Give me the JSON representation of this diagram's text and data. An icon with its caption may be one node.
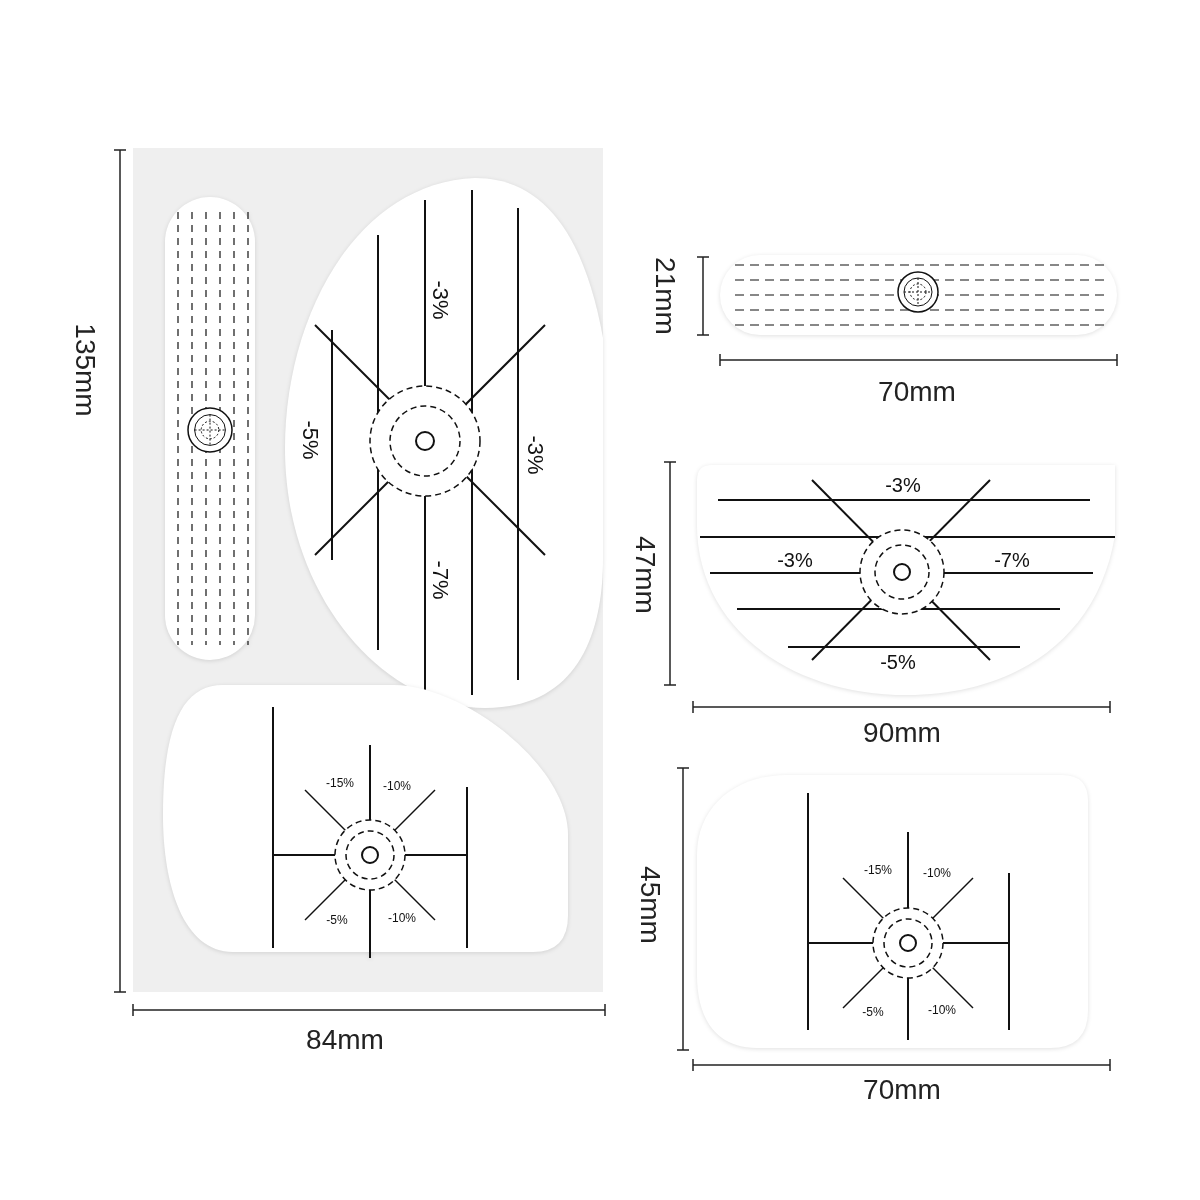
{
  "diagram": {
    "nodes": [
      {
        "text": [],
        "shape": "box"
      },
      {
        "text": [],
        "shape": "bar",
        "in": 0
      },
      {
        "text": [
          "-3%",
          "-5%",
          "-3%",
          "-7%"
        ],
        "in": 0
      },
      {
        "text": [
          "-15%",
          "-10%",
          "-5%",
          "-10%"
        ],
        "in": 0
      },
      {
        "text": [],
        "shape": "bar"
      },
      {
        "text": [
          "-3%",
          "-3%",
          "-7%",
          "-5%"
        ]
      },
      {
        "text": [
          "-15%",
          "-10%",
          "-5%",
          "-10%"
        ]
      }
    ],
    "labels": [
      "135mm",
      "84mm",
      "21mm",
      "70mm",
      "47mm",
      "90mm",
      "45mm",
      "70mm"
    ]
  }
}
